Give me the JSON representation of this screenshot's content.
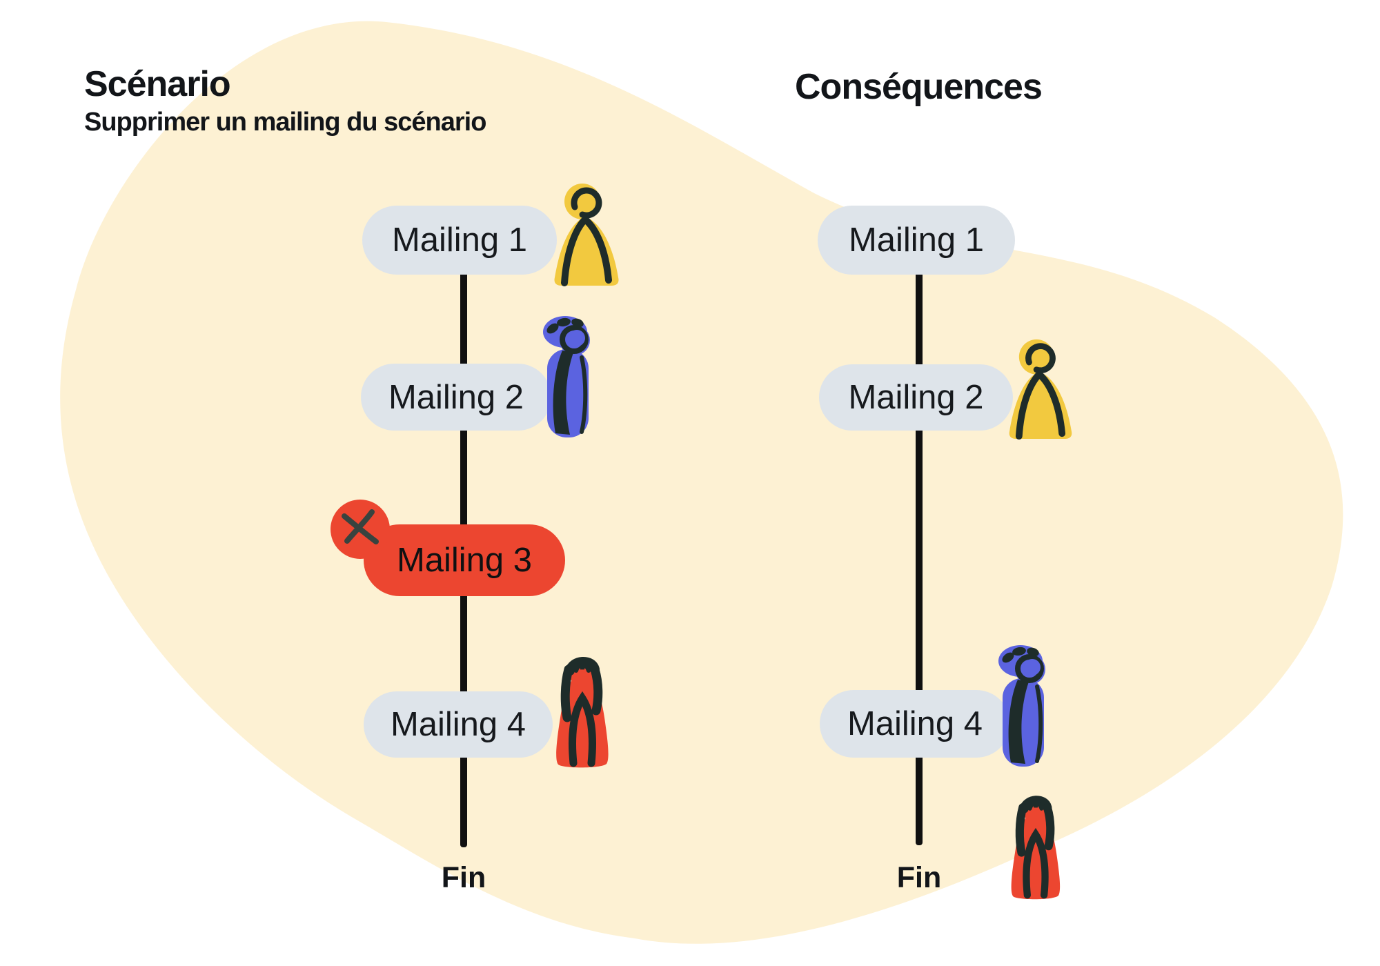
{
  "scenario": {
    "title": "Scénario",
    "subtitle": "Supprimer un mailing du scénario",
    "end_label": "Fin",
    "nodes": [
      {
        "label": "Mailing 1",
        "status": "kept",
        "contact": "yellow-person"
      },
      {
        "label": "Mailing 2",
        "status": "kept",
        "contact": "blue-person"
      },
      {
        "label": "Mailing 3",
        "status": "deleted",
        "contact": ""
      },
      {
        "label": "Mailing 4",
        "status": "kept",
        "contact": "red-person"
      }
    ]
  },
  "consequences": {
    "title": "Conséquences",
    "end_label": "Fin",
    "nodes": [
      {
        "label": "Mailing 1",
        "status": "kept",
        "contact": ""
      },
      {
        "label": "Mailing 2",
        "status": "kept",
        "contact": "yellow-person"
      },
      {
        "label": "Mailing 4",
        "status": "kept",
        "contact": "blue-person"
      }
    ],
    "after_end_contact": "red-person"
  },
  "icons": {
    "delete": "x-mark-icon",
    "contacts": [
      "yellow-person-icon",
      "blue-person-icon",
      "red-person-icon"
    ]
  },
  "colors": {
    "background_blob": "#fdf1d3",
    "pill": "#dee4ea",
    "deleted_pill": "#ec4630",
    "yellow_person": "#f2c93f",
    "blue_person": "#5b63e0",
    "red_person": "#ec4630",
    "ink_outline": "#1e2c2a",
    "timeline": "#101010",
    "text": "#16191d"
  }
}
